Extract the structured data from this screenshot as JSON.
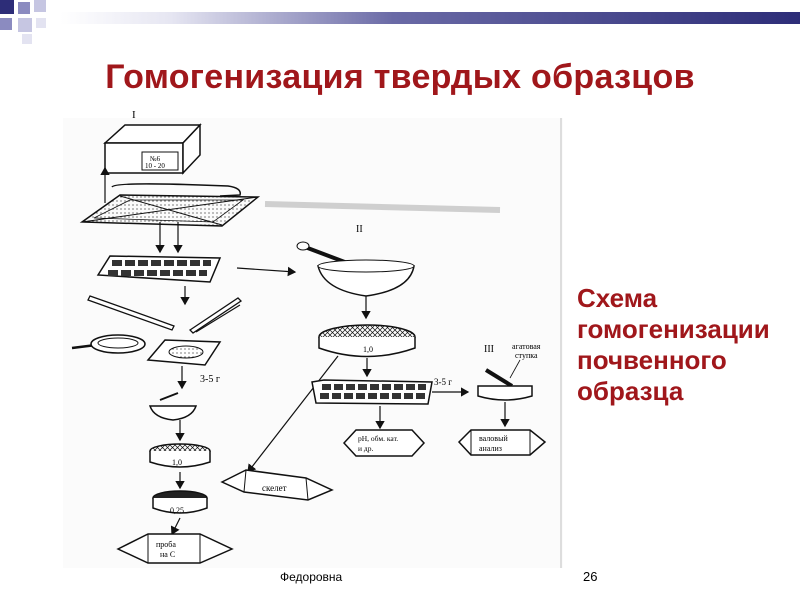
{
  "slide": {
    "title": "Гомогенизация твердых образцов",
    "caption_lines": [
      "Схема",
      "гомогенизации",
      "почвенного",
      "образца"
    ],
    "footer_author": "Федоровна",
    "page_number": "26",
    "accent_color": "#a0171b",
    "theme_colors": [
      "#2d2d78",
      "#8b8bc0",
      "#c6c6e2"
    ]
  },
  "diagram": {
    "label_i": "I",
    "label_ii": "II",
    "label_iii": "III",
    "box_label_line1": "№6",
    "box_label_line2": "10 - 20",
    "mass_left": "3-5 г",
    "mass_right": "3-5 г",
    "sieve_left_1": "1,0",
    "sieve_left_2": "0,25",
    "sieve_mid": "1,0",
    "mortar_label_line1": "агатовая",
    "mortar_label_line2": "ступка",
    "skeleton": "скелет",
    "probe_line1": "проба",
    "probe_line2": "на С",
    "ph_line1": "pH, обм. кат.",
    "ph_line2": "и др.",
    "bulk_line1": "валовый",
    "bulk_line2": "анализ"
  }
}
